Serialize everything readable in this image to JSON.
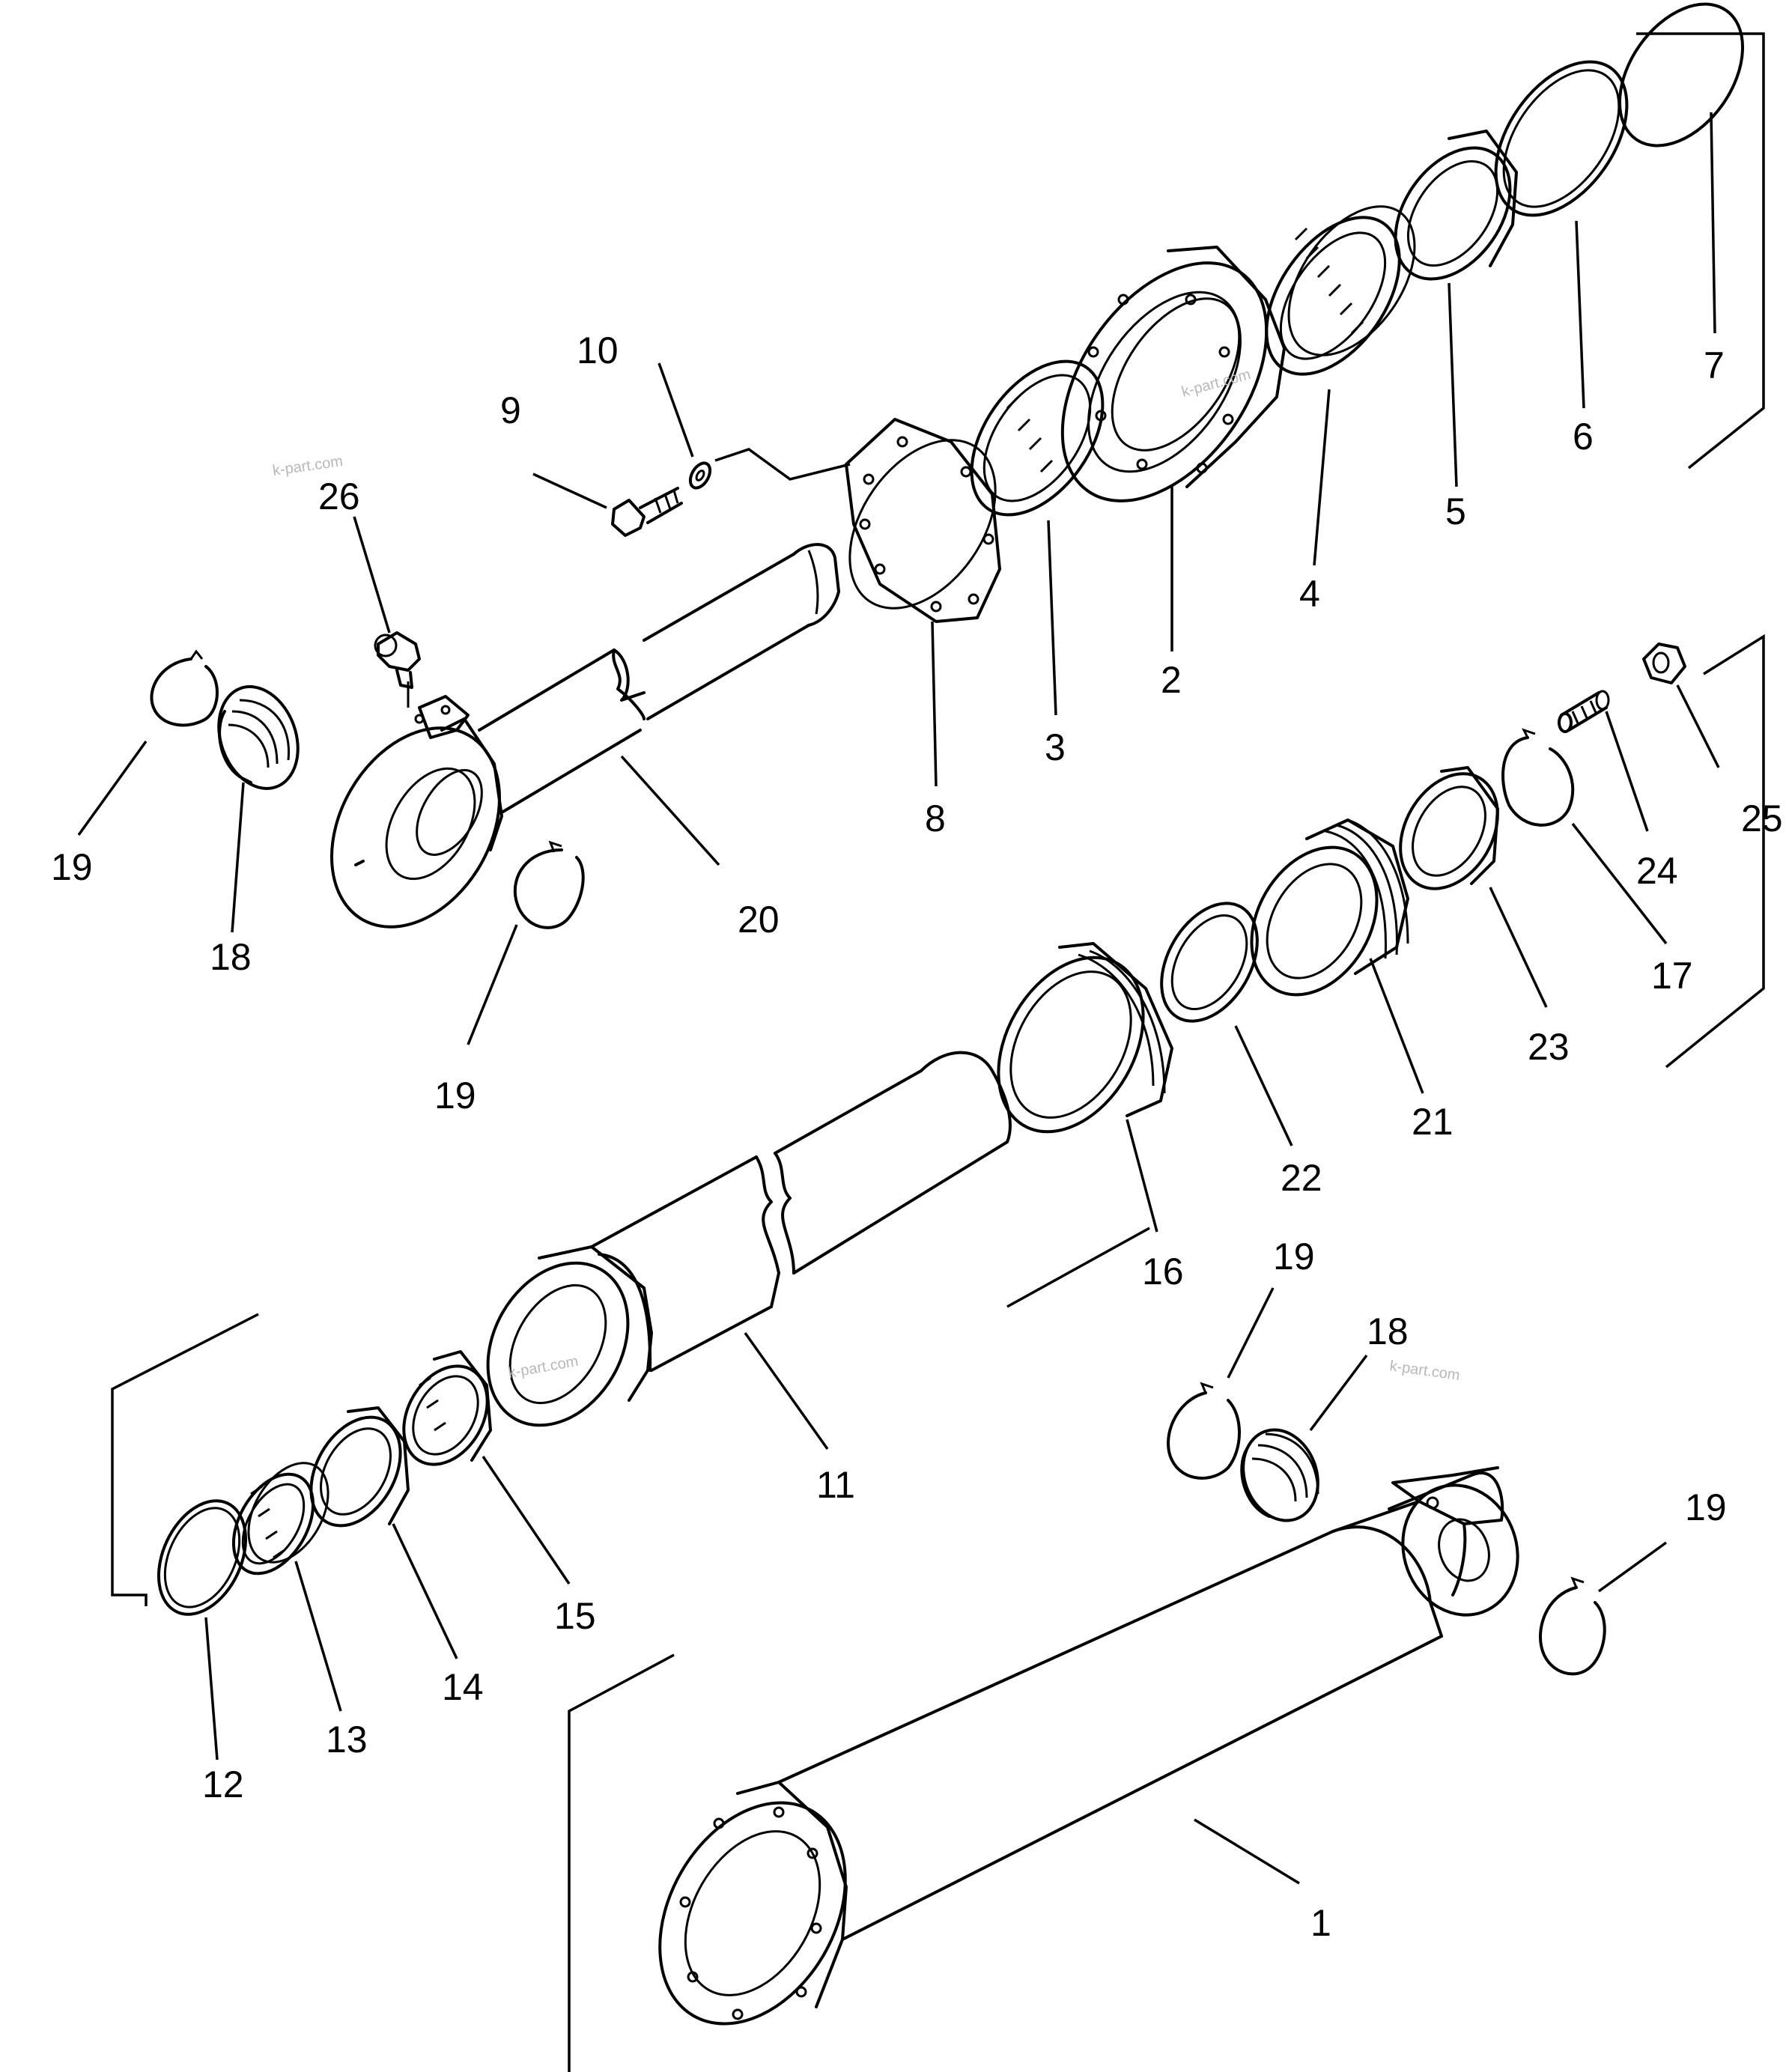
{
  "callouts": [
    "1",
    "2",
    "3",
    "4",
    "5",
    "6",
    "7",
    "8",
    "9",
    "10",
    "11",
    "12",
    "13",
    "14",
    "15",
    "16",
    "17",
    "18",
    "19",
    "20",
    "21",
    "22",
    "23",
    "24",
    "25",
    "26"
  ],
  "watermarks": [
    "k-part.com",
    "k-part.com",
    "k-part.com",
    "k-part.com"
  ]
}
